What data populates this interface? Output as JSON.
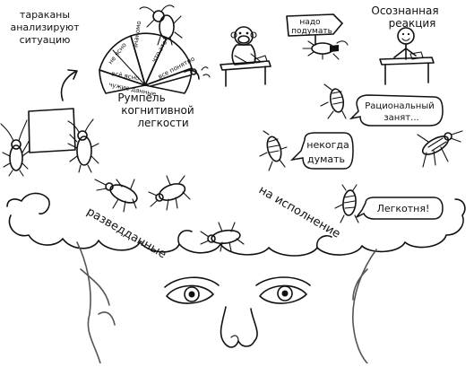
{
  "labels": {
    "cockroaches_analyze": "тараканы анализируют ситуацию",
    "tiller": "Румпель когнитивной легкости",
    "need_to_think": "надо подумать",
    "conscious": "Осознанная реакция",
    "rational_busy": "Рациональный занят...",
    "no_time": "некогда думать",
    "easy": "Легкотня!",
    "intel": "разведданные",
    "execution": "на исполнение"
  },
  "wheel_sectors": [
    "не ясно",
    "знакомо",
    "что это?",
    "все понятно",
    "всё ясно",
    "чужие данные"
  ],
  "icons": [
    "arrow-icon",
    "cockroach-icon",
    "monkey-icon",
    "stick-figure-icon",
    "brain-icon",
    "eye-icon",
    "face-icon"
  ]
}
